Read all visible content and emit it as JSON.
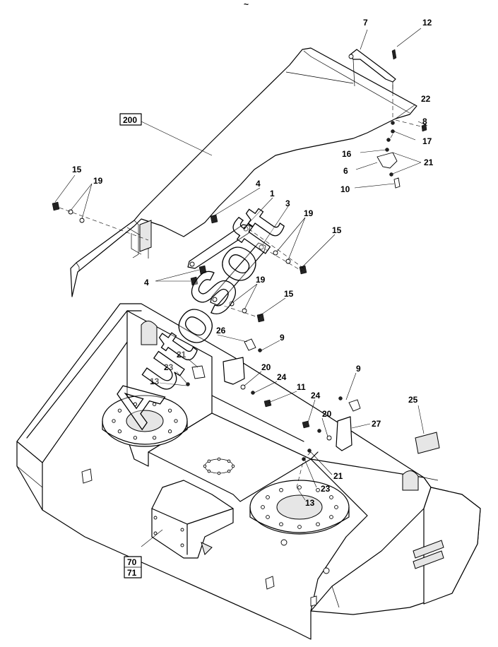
{
  "header_mark": "~",
  "watermark": "AutoSoft",
  "boxed_labels": [
    {
      "id": "lbl-200",
      "text": "200"
    },
    {
      "id": "lbl-70",
      "text": "70"
    },
    {
      "id": "lbl-71",
      "text": "71"
    }
  ],
  "callouts": [
    {
      "id": "c7",
      "text": "7"
    },
    {
      "id": "c12",
      "text": "12"
    },
    {
      "id": "c22",
      "text": "22"
    },
    {
      "id": "c8",
      "text": "8"
    },
    {
      "id": "c17",
      "text": "17"
    },
    {
      "id": "c16",
      "text": "16"
    },
    {
      "id": "c6",
      "text": "6"
    },
    {
      "id": "c21a",
      "text": "21"
    },
    {
      "id": "c10",
      "text": "10"
    },
    {
      "id": "c15a",
      "text": "15"
    },
    {
      "id": "c19a",
      "text": "19"
    },
    {
      "id": "c4a",
      "text": "4"
    },
    {
      "id": "c1",
      "text": "1"
    },
    {
      "id": "c3",
      "text": "3"
    },
    {
      "id": "c19b",
      "text": "19"
    },
    {
      "id": "c15b",
      "text": "15"
    },
    {
      "id": "c4b",
      "text": "4"
    },
    {
      "id": "c19c",
      "text": "19"
    },
    {
      "id": "c15c",
      "text": "15"
    },
    {
      "id": "c26",
      "text": "26"
    },
    {
      "id": "c9a",
      "text": "9"
    },
    {
      "id": "c21b",
      "text": "21"
    },
    {
      "id": "c23a",
      "text": "23"
    },
    {
      "id": "c13a",
      "text": "13"
    },
    {
      "id": "c20a",
      "text": "20"
    },
    {
      "id": "c24a",
      "text": "24"
    },
    {
      "id": "c11",
      "text": "11"
    },
    {
      "id": "c9b",
      "text": "9"
    },
    {
      "id": "c24b",
      "text": "24"
    },
    {
      "id": "c20b",
      "text": "20"
    },
    {
      "id": "c27",
      "text": "27"
    },
    {
      "id": "c25",
      "text": "25"
    },
    {
      "id": "c21c",
      "text": "21"
    },
    {
      "id": "c23b",
      "text": "23"
    },
    {
      "id": "c13b",
      "text": "13"
    }
  ]
}
